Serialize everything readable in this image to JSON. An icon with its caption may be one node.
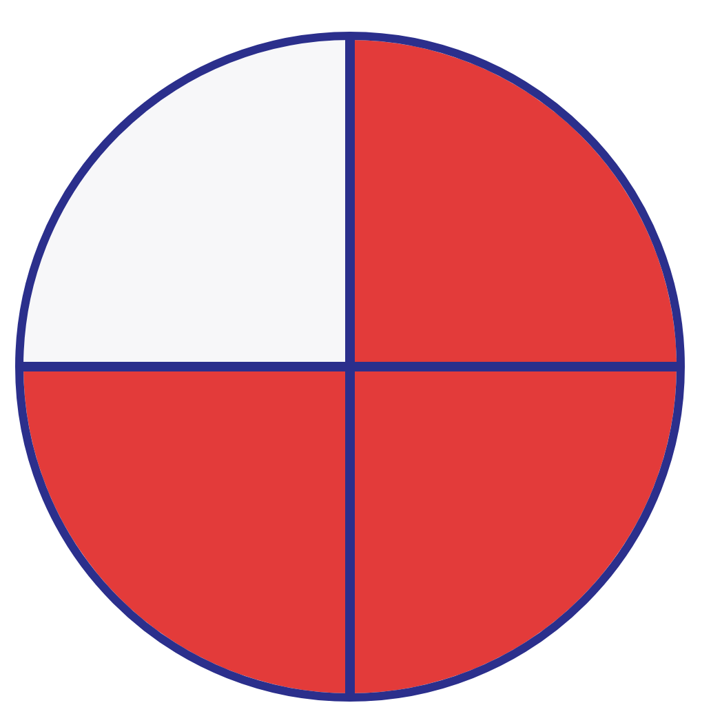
{
  "diagram": {
    "nodes": [
      {
        "text": [],
        "shape": "circle"
      },
      {
        "text": [],
        "shape": "sector",
        "in": 0
      },
      {
        "text": [],
        "shape": "sector",
        "in": 0
      },
      {
        "text": [],
        "shape": "sector",
        "in": 0
      },
      {
        "text": [],
        "shape": "sector",
        "in": 0
      }
    ]
  }
}
